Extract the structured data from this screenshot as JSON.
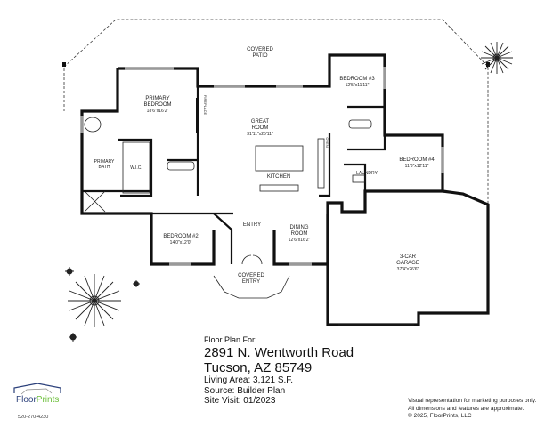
{
  "plan": {
    "rooms": [
      {
        "name": "COVERED PATIO",
        "line2": "",
        "dims": ""
      },
      {
        "name": "PRIMARY",
        "line2": "BEDROOM",
        "dims": "18'6\"x16'2\""
      },
      {
        "name": "GREAT",
        "line2": "ROOM",
        "dims": "31'11\"x25'11\""
      },
      {
        "name": "BEDROOM #3",
        "line2": "",
        "dims": "12'5\"x11'11\""
      },
      {
        "name": "BEDROOM #4",
        "line2": "",
        "dims": "11'6\"x12'11\""
      },
      {
        "name": "PRIMARY",
        "line2": "BATH",
        "dims": ""
      },
      {
        "name": "W.I.C.",
        "line2": "",
        "dims": ""
      },
      {
        "name": "KITCHEN",
        "line2": "",
        "dims": ""
      },
      {
        "name": "LAUNDRY",
        "line2": "",
        "dims": ""
      },
      {
        "name": "BEDROOM #2",
        "line2": "",
        "dims": "14'0\"x12'0\""
      },
      {
        "name": "ENTRY",
        "line2": "",
        "dims": ""
      },
      {
        "name": "DINING",
        "line2": "ROOM",
        "dims": "12'6\"x16'2\""
      },
      {
        "name": "3-CAR",
        "line2": "GARAGE",
        "dims": "37'4\"x26'6\""
      },
      {
        "name": "COVERED",
        "line2": "ENTRY",
        "dims": ""
      }
    ],
    "patio_line1": "COVERED",
    "patio_line2": "PATIO",
    "fireplace": "FIREPLACE",
    "oven": "OVEN"
  },
  "info": {
    "heading": "Floor Plan For:",
    "address_line1": "2891 N. Wentworth Road",
    "address_line2": "Tucson, AZ  85749",
    "living_area": "Living Area:  3,121 S.F.",
    "source": "Source:  Builder Plan",
    "site_visit": "Site Visit:  01/2023"
  },
  "disclaimer": {
    "line1": "Visual representation for marketing purposes only.",
    "line2": "All dimensions and features are approximate.",
    "line3": "© 2025, FloorPrints, LLC"
  },
  "logo": {
    "brand_part1": "Floor",
    "brand_part2": "Prints",
    "phone": "520-270-4230",
    "accent_blue": "#2a3f7a",
    "accent_green": "#6cbf3a"
  }
}
